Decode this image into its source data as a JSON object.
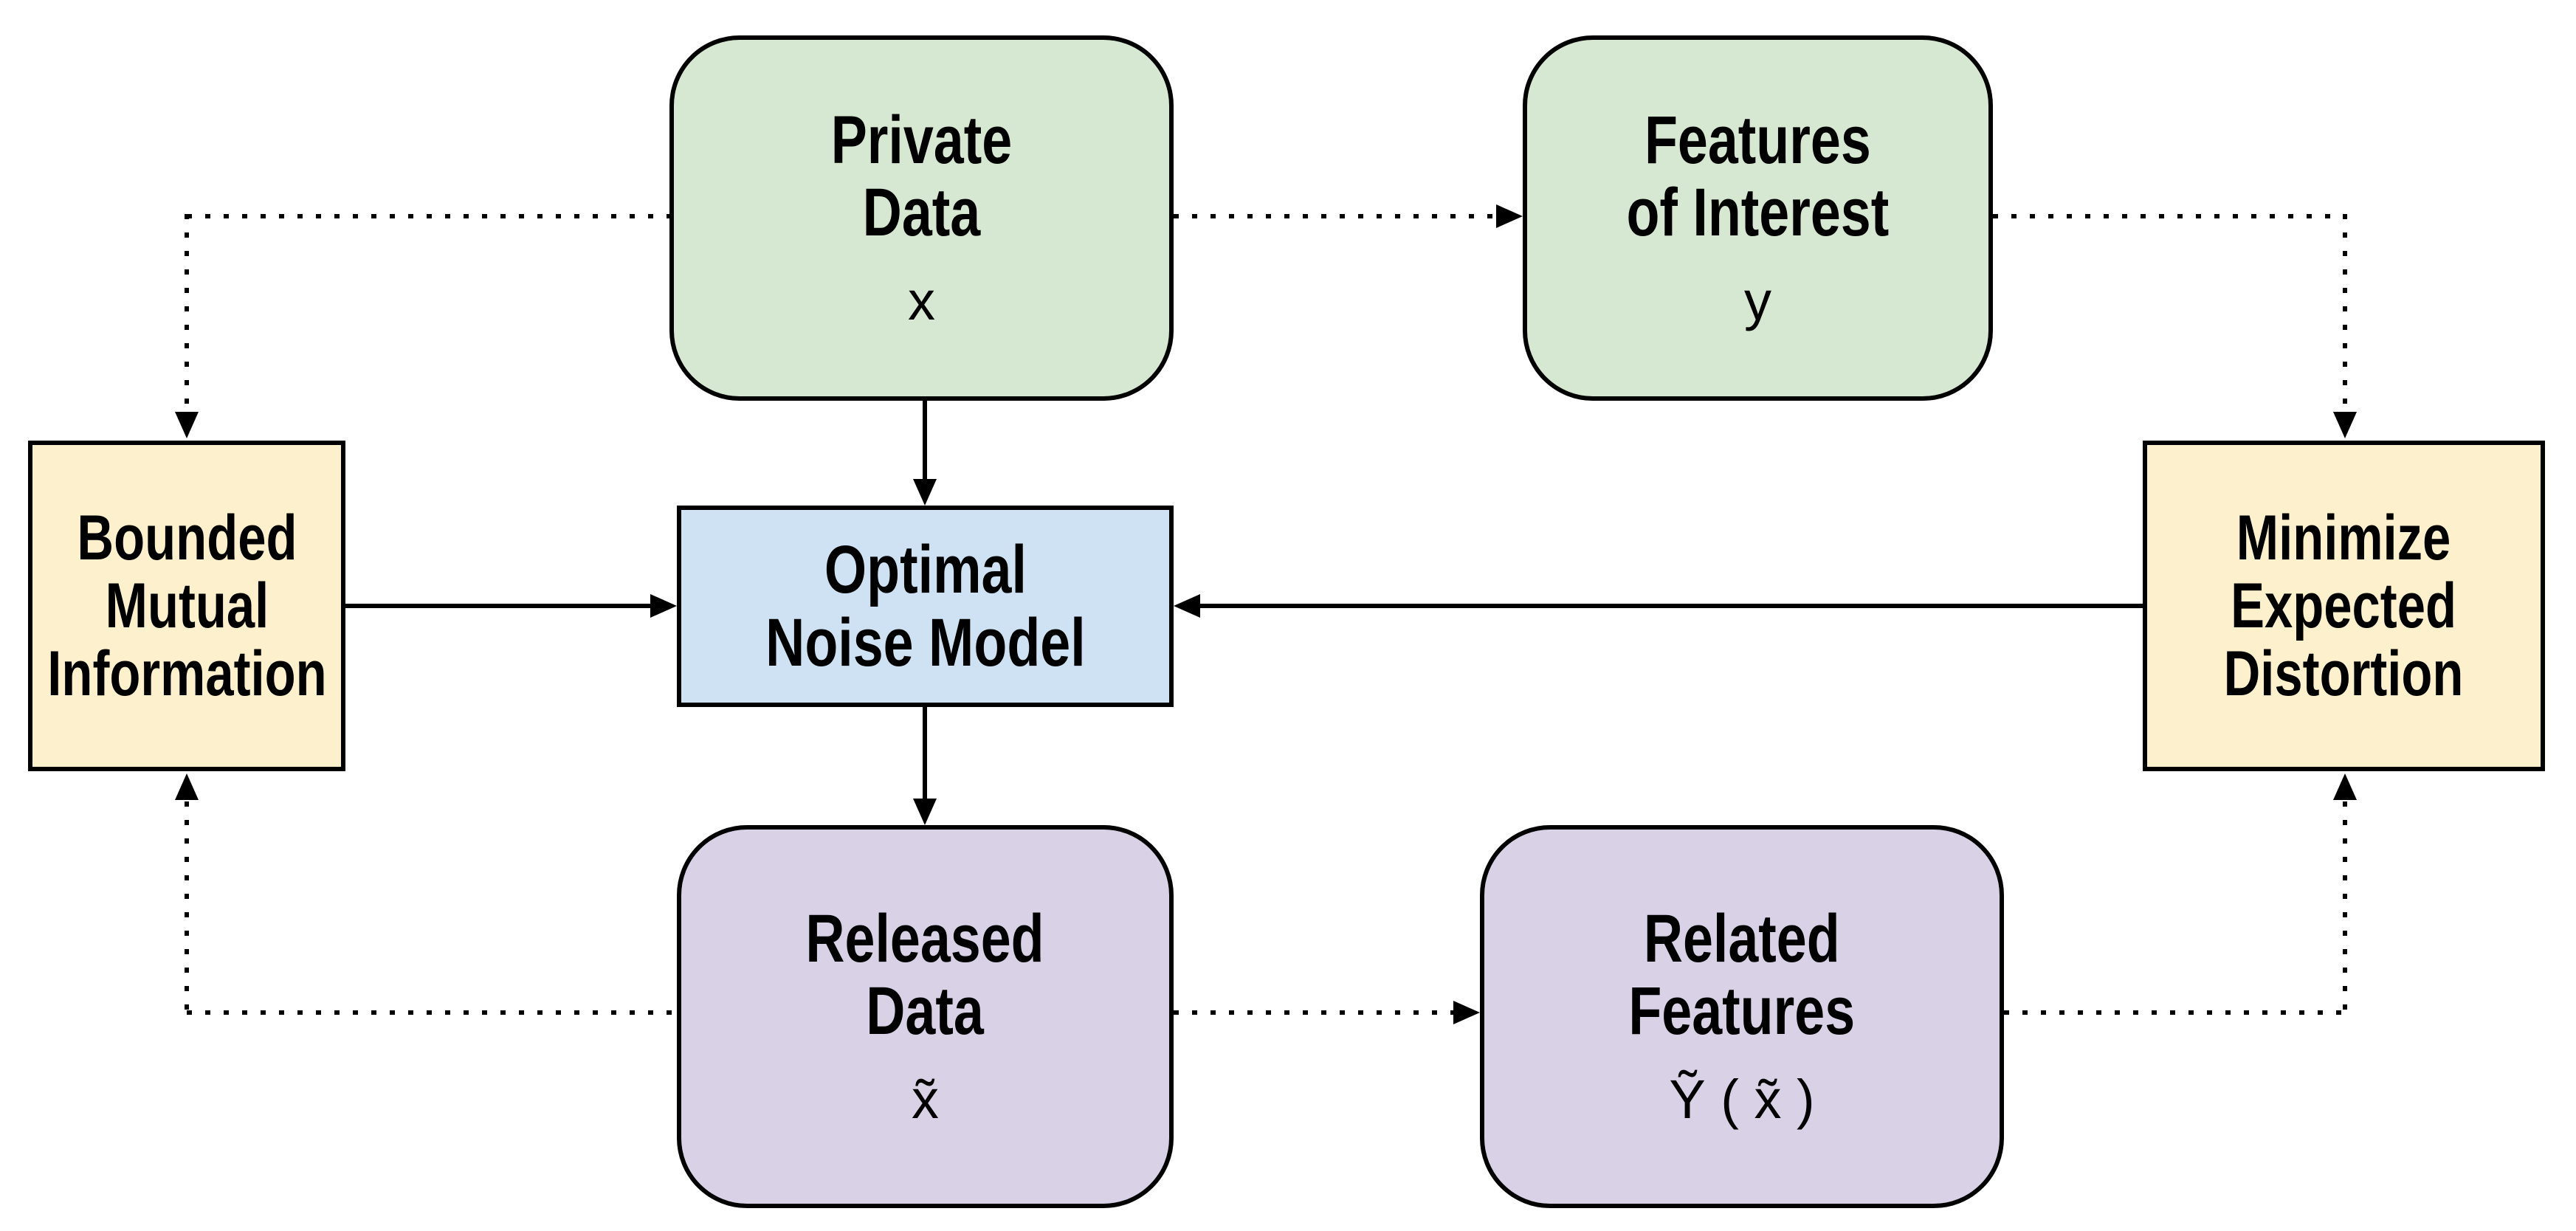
{
  "canvas": {
    "background": "#ffffff",
    "line_color": "#000000",
    "text_color": "#000000"
  },
  "colors": {
    "green_fill": "#d7e8d2",
    "yellow_fill": "#fdf0cd",
    "blue_fill": "#cfe2f3",
    "purple_fill": "#d9d2e7",
    "border": "#000000"
  },
  "nodes": {
    "private_data": {
      "title": "Private\nData",
      "symbol": "x",
      "fill": "#d7e8d2"
    },
    "features_of_interest": {
      "title": "Features\nof Interest",
      "symbol": "y",
      "fill": "#d7e8d2"
    },
    "bounded_mutual_information": {
      "title": "Bounded\nMutual\nInformation",
      "fill": "#fdf0cd"
    },
    "optimal_noise_model": {
      "title": "Optimal\nNoise Model",
      "fill": "#cfe2f3"
    },
    "minimize_expected_distortion": {
      "title": "Minimize\nExpected\nDistortion",
      "fill": "#fdf0cd"
    },
    "released_data": {
      "title": "Released\nData",
      "symbol": "x̃",
      "fill": "#d9d2e7"
    },
    "related_features": {
      "title": "Related\nFeatures",
      "symbol": "Ỹ ( x̃ )",
      "fill": "#d9d2e7"
    }
  },
  "edges": [
    {
      "from": "private_data",
      "to": "features_of_interest",
      "style": "dotted"
    },
    {
      "from": "private_data",
      "to": "bounded_mutual_information",
      "style": "dotted"
    },
    {
      "from": "features_of_interest",
      "to": "minimize_expected_distortion",
      "style": "dotted"
    },
    {
      "from": "private_data",
      "to": "optimal_noise_model",
      "style": "solid"
    },
    {
      "from": "bounded_mutual_information",
      "to": "optimal_noise_model",
      "style": "solid"
    },
    {
      "from": "minimize_expected_distortion",
      "to": "optimal_noise_model",
      "style": "solid"
    },
    {
      "from": "optimal_noise_model",
      "to": "released_data",
      "style": "solid"
    },
    {
      "from": "released_data",
      "to": "related_features",
      "style": "dotted"
    },
    {
      "from": "released_data",
      "to": "bounded_mutual_information",
      "style": "dotted"
    },
    {
      "from": "related_features",
      "to": "minimize_expected_distortion",
      "style": "dotted"
    }
  ]
}
